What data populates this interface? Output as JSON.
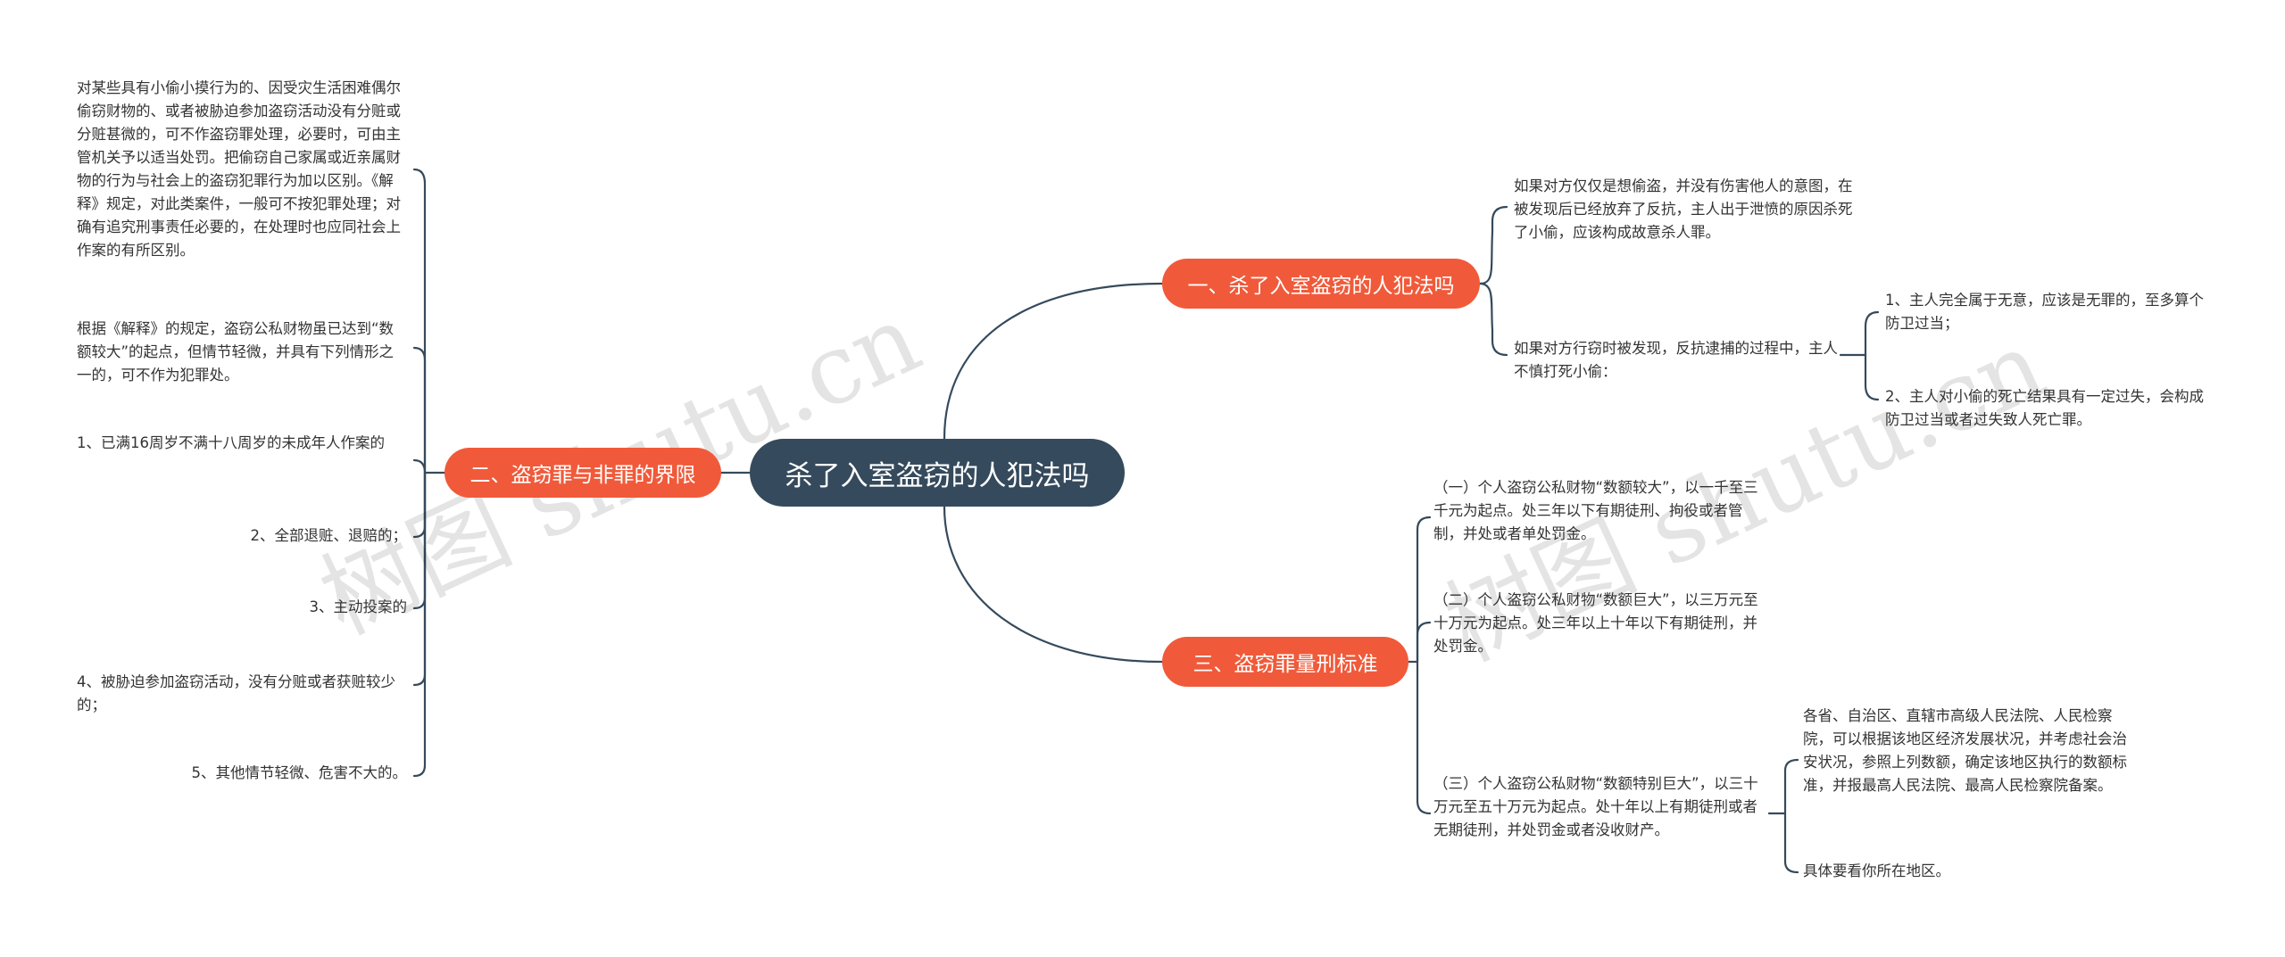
{
  "watermark": "树图 shutu.cn",
  "root": "杀了入室盗窃的人犯法吗",
  "branches": {
    "b1": "一、杀了入室盗窃的人犯法吗",
    "b2": "二、盗窃罪与非罪的界限",
    "b3": "三、盗窃罪量刑标准"
  },
  "leaves": {
    "b1_l1": "如果对方仅仅是想偷盗，并没有伤害他人的意图，在被发现后已经放弃了反抗，主人出于泄愤的原因杀死了小偷，应该构成故意杀人罪。",
    "b1_l2": "如果对方行窃时被发现，反抗逮捕的过程中，主人不慎打死小偷：",
    "b1_l2_1": "1、主人完全属于无意，应该是无罪的，至多算个防卫过当；",
    "b1_l2_2": "2、主人对小偷的死亡结果具有一定过失，会构成防卫过当或者过失致人死亡罪。",
    "b2_l1": "对某些具有小偷小摸行为的、因受灾生活困难偶尔偷窃财物的、或者被胁迫参加盗窃活动没有分赃或分赃甚微的，可不作盗窃罪处理，必要时，可由主管机关予以适当处罚。把偷窃自己家属或近亲属财物的行为与社会上的盗窃犯罪行为加以区别。《解释》规定，对此类案件，一般可不按犯罪处理；对确有追究刑事责任必要的，在处理时也应同社会上作案的有所区别。",
    "b2_l2": "根据《解释》的规定，盗窃公私财物虽已达到“数额较大”的起点，但情节轻微，并具有下列情形之一的，可不作为犯罪处。",
    "b2_l3": "1、已满16周岁不满十八周岁的未成年人作案的",
    "b2_l4": "2、全部退赃、退赔的；",
    "b2_l5": "3、主动投案的",
    "b2_l6": "4、被胁迫参加盗窃活动，没有分赃或者获赃较少的；",
    "b2_l7": "5、其他情节轻微、危害不大的。",
    "b3_l1": "（一）个人盗窃公私财物“数额较大”，以一千至三千元为起点。处三年以下有期徒刑、拘役或者管制，并处或者单处罚金。",
    "b3_l2": "（二）个人盗窃公私财物“数额巨大”，以三万元至十万元为起点。处三年以上十年以下有期徒刑，并处罚金。",
    "b3_l3": "（三）个人盗窃公私财物“数额特别巨大”，以三十万元至五十万元为起点。处十年以上有期徒刑或者无期徒刑，并处罚金或者没收财产。",
    "b3_l3_1": "各省、自治区、直辖市高级人民法院、人民检察院，可以根据该地区经济发展状况，并考虑社会治安状况，参照上列数额，确定该地区执行的数额标准，并报最高人民法院、最高人民检察院备案。",
    "b3_l3_2": "具体要看你所在地区。"
  },
  "colors": {
    "root": "#354a5c",
    "branch": "#f05a3a",
    "line": "#354a5c"
  }
}
